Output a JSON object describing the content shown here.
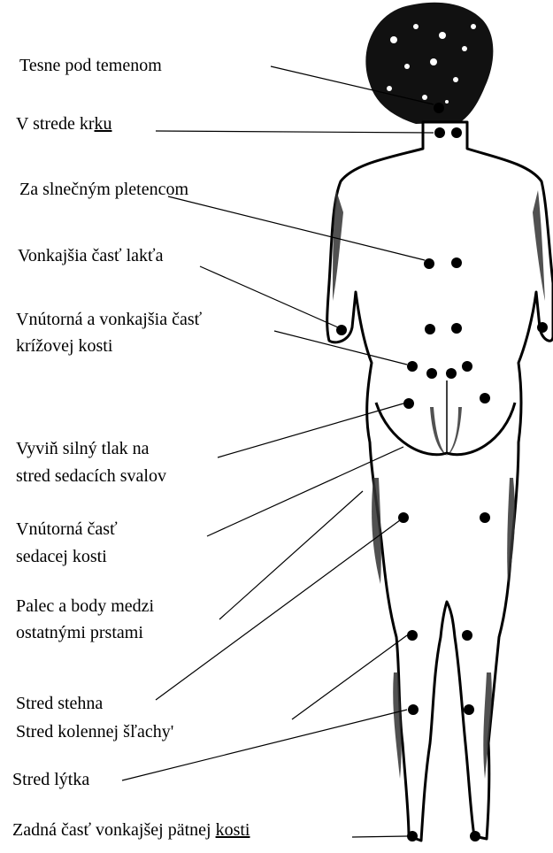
{
  "labels": {
    "l1": "Tesne pod temenom",
    "l2a": "V strede kr",
    "l2b": "ku",
    "l3": "Za slnečným pletencom",
    "l4": "Vonkajšia časť lakťa",
    "l5a": "Vnútorná a vonkajšia časť",
    "l5b": "krížovej kosti",
    "l6a": "Vyviň silný tlak na",
    "l6b": "stred sedacích svalov",
    "l7a": "Vnútorná časť",
    "l7b": "sedacej kosti",
    "l8a": "Palec a body medzi",
    "l8b": "ostatnými prstami",
    "l9": "Stred stehna",
    "l10": "Stred kolennej šľachy'",
    "l11": "Stred lýtka",
    "l12a": "Zadná časť vonkajšej pätnej ",
    "l12b": "kosti"
  },
  "colors": {
    "ink": "#000000",
    "background": "#ffffff"
  }
}
